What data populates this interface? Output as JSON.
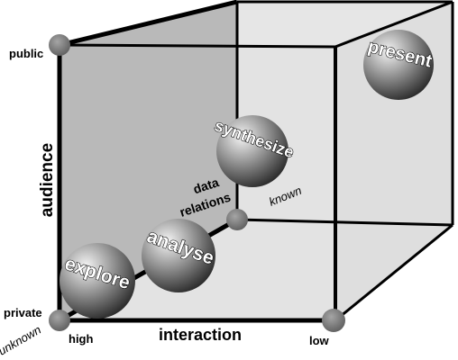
{
  "axes": {
    "audience": "audience",
    "interaction": "interaction",
    "data_relations_line1": "data",
    "data_relations_line2": "relations"
  },
  "corners": {
    "public": "public",
    "private": "private",
    "high": "high",
    "low": "low",
    "unknown": "unknown",
    "known": "known"
  },
  "stages": [
    "explore",
    "analyse",
    "synthesize",
    "present"
  ],
  "colors": {
    "back_face": "#b9b9b9",
    "cube_fill": "#e3e3e3",
    "edge": "#000000",
    "corner_node": "#7a7a7a"
  }
}
